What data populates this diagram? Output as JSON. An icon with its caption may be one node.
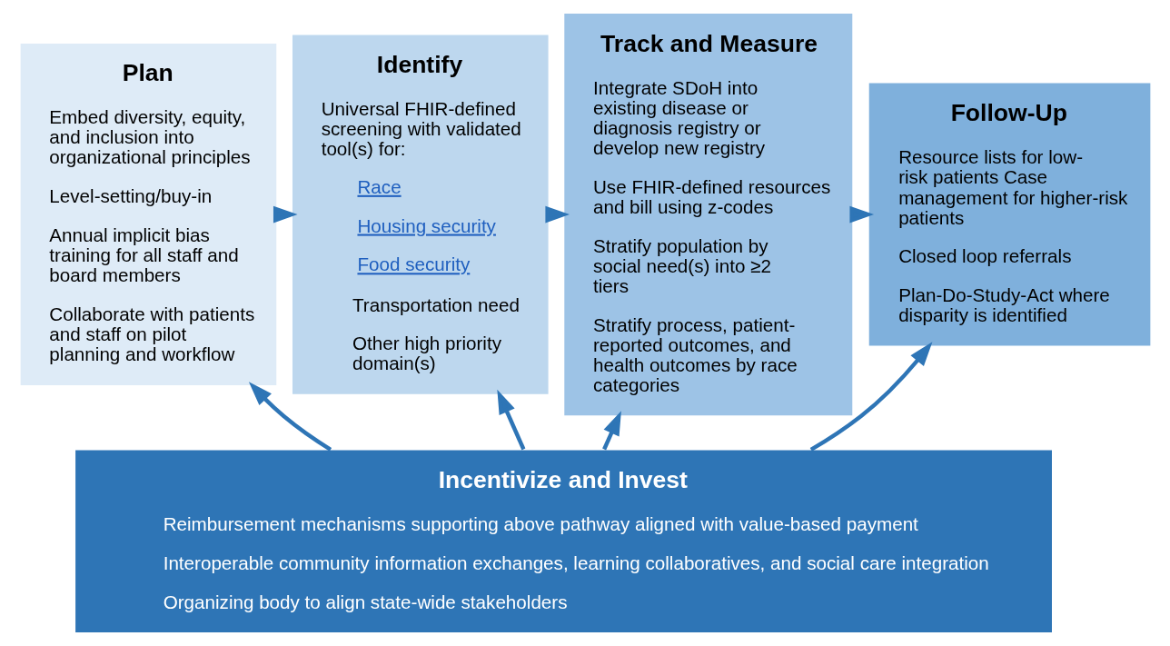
{
  "diagram": {
    "nodes": [
      {
        "text": [
          "Plan",
          "Embed diversity, equity, and inclusion into organizational principles",
          "Level-setting/buy-in",
          "Annual implicit bias training for all staff and board members",
          "Collaborate with patients and staff on pilot planning and workflow"
        ]
      },
      {
        "text": [
          "Identify",
          "Universal FHIR-defined screening with validated tool(s) for:",
          "Race",
          "Housing security",
          "Food security",
          "Transportation need",
          "Other high priority domain(s)"
        ]
      },
      {
        "text": [
          "Track and Measure",
          "Integrate SDoH into existing disease or diagnosis registry or develop new registry",
          "Use FHIR-defined resources and bill using z-codes",
          "Stratify population by social need(s) into ≥2 tiers",
          "Stratify process, patient-reported outcomes, and health outcomes by race categories"
        ]
      },
      {
        "text": [
          "Follow-Up",
          "Resource lists for low-risk patients Case management for higher-risk patients",
          "Closed loop referrals",
          "Plan-Do-Study-Act where disparity is identified"
        ]
      },
      {
        "text": [
          "Incentivize and Invest",
          "Reimbursement mechanisms supporting above pathway aligned with value-based payment",
          "Interoperable community information exchanges, learning collaboratives, and social care integration",
          "Organizing body to align state-wide stakeholders"
        ]
      }
    ],
    "edges": [
      {
        "from": 0,
        "to": 1,
        "arrow": "to"
      },
      {
        "from": 1,
        "to": 2,
        "arrow": "to"
      },
      {
        "from": 2,
        "to": 3,
        "arrow": "to"
      },
      {
        "from": 4,
        "to": 0,
        "arrow": "to"
      },
      {
        "from": 4,
        "to": 1,
        "arrow": "to"
      },
      {
        "from": 4,
        "to": 2,
        "arrow": "to"
      },
      {
        "from": 4,
        "to": 3,
        "arrow": "to"
      }
    ]
  }
}
